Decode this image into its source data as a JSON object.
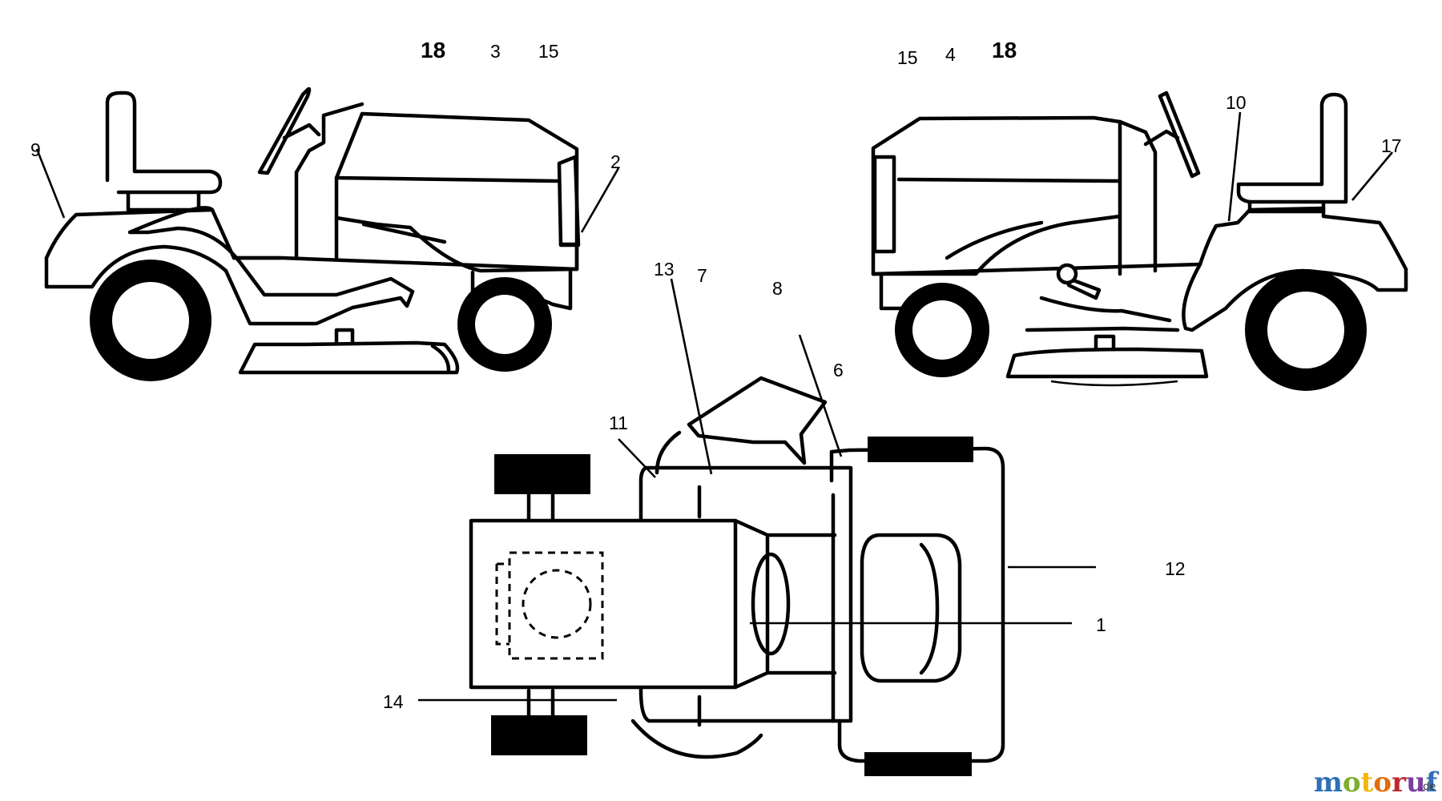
{
  "callouts": {
    "left_view": {
      "c18": "18",
      "c3": "3",
      "c15": "15",
      "c9": "9",
      "c2": "2"
    },
    "right_view": {
      "c15": "15",
      "c4": "4",
      "c18": "18",
      "c10": "10",
      "c17": "17"
    },
    "top_view": {
      "c13": "13",
      "c7": "7",
      "c8": "8",
      "c6": "6",
      "c11": "11",
      "c12": "12",
      "c1": "1",
      "c14": "14"
    }
  },
  "watermark": {
    "letters": [
      "m",
      "o",
      "t",
      "o",
      "r",
      "u",
      "f"
    ],
    "suffix": ".de",
    "colors": [
      "#2e6fb7",
      "#7cae2b",
      "#f2b705",
      "#e36c0a",
      "#c0282d",
      "#7b3f9e",
      "#2e6fb7"
    ]
  }
}
